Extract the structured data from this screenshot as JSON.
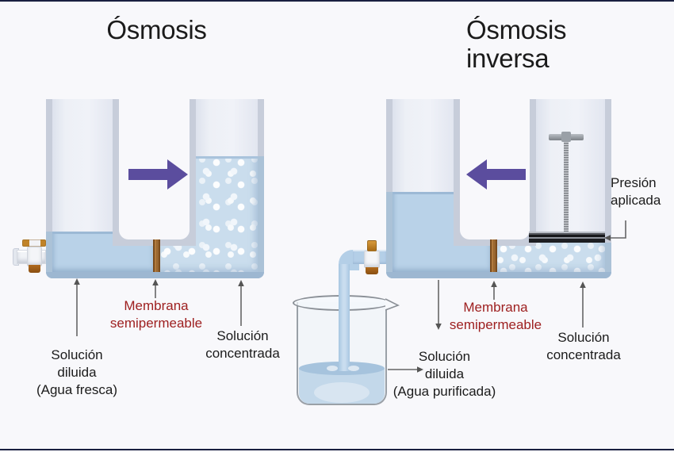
{
  "diagram": {
    "left_panel": {
      "title": "Ósmosis",
      "labels": {
        "dilute": "Solución\ndiluida\n(Agua fresca)",
        "membrane": "Membrana\nsemipermeable",
        "concentrated": "Solución\nconcentrada"
      }
    },
    "right_panel": {
      "title": "Ósmosis\ninversa",
      "labels": {
        "dilute": "Solución\ndiluida\n(Agua purificada)",
        "membrane": "Membrana\nsemipermeable",
        "concentrated": "Solución\nconcentrada",
        "pressure": "Presión\naplicada"
      }
    },
    "colors": {
      "arrow_purple": "#5b4d9e",
      "membrane_brown": "#b07a3e",
      "membrane_label_red": "#9e2020",
      "water_blue": "#b9d2e8",
      "bubble_bg": "#cadded",
      "wall_gray": "#c7cdda",
      "wall_submerged": "#abc2d7",
      "text_dark": "#1b1b1b",
      "annotation_gray": "#666666",
      "tap_orange": "#c08328",
      "frame_navy": "#1a2040"
    }
  }
}
